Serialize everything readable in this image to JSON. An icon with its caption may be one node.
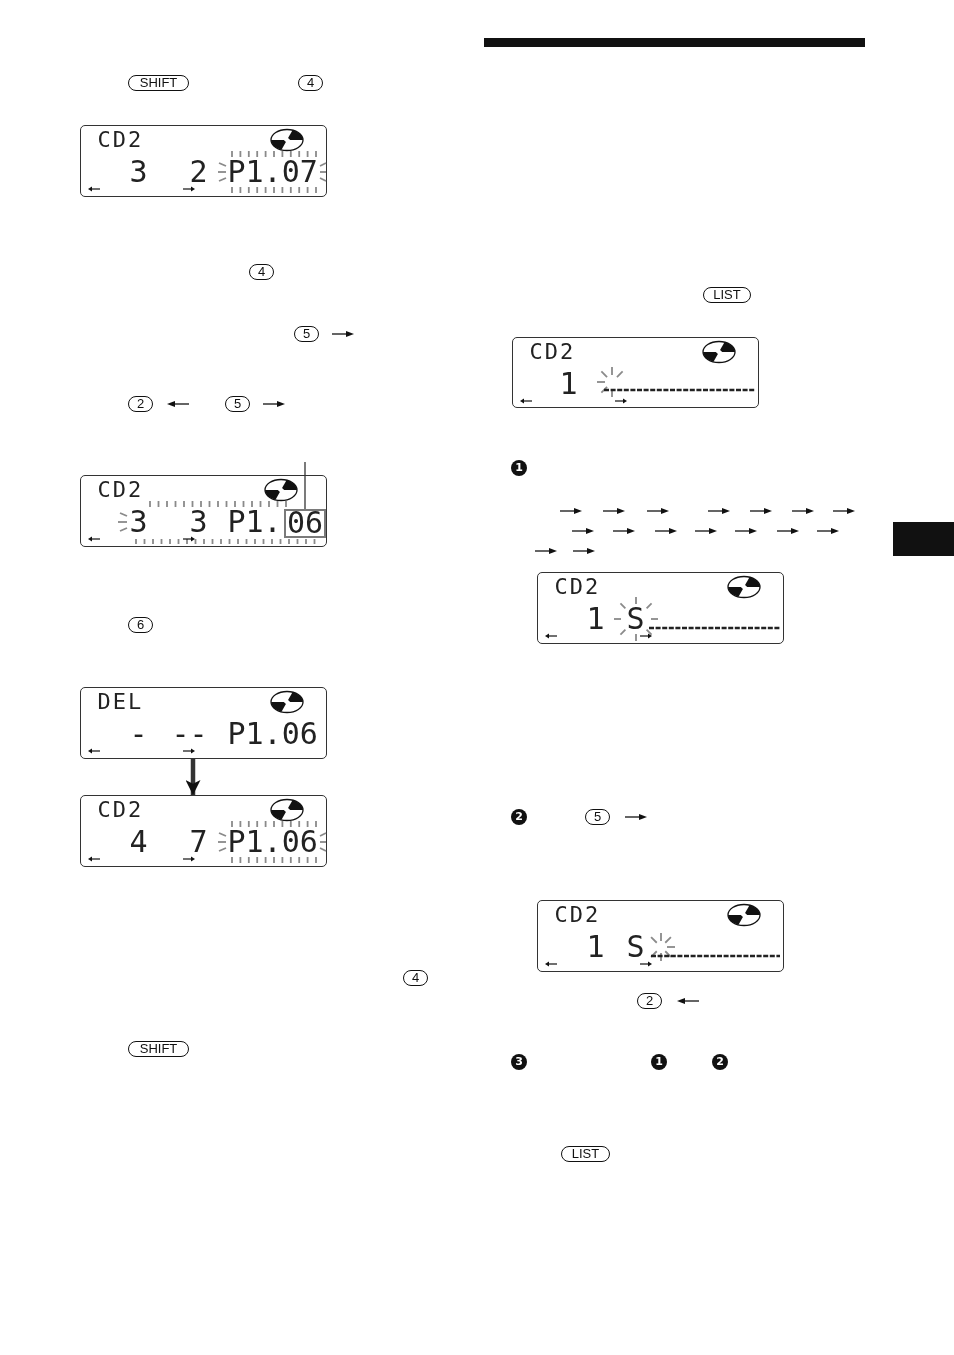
{
  "diagram": {
    "nodes": [
      {
        "text": [
          "SHIFT"
        ]
      },
      {
        "text": [
          "4"
        ]
      },
      {
        "text": [
          "CD2",
          "3",
          "2",
          "P1.07"
        ]
      },
      {
        "text": [
          "4"
        ]
      },
      {
        "text": [
          "5"
        ]
      },
      {
        "text": [
          "2"
        ]
      },
      {
        "text": [
          "5"
        ]
      },
      {
        "text": [
          "CD2",
          "3",
          "3",
          "P1."
        ]
      },
      {
        "text": [
          "06"
        ],
        "in": 7
      },
      {
        "text": [
          "6"
        ]
      },
      {
        "text": [
          "DEL",
          "-",
          "--",
          "P1.06"
        ]
      },
      {
        "text": [
          "CD2",
          "4",
          "7",
          "P1.06"
        ]
      },
      {
        "text": [
          "4"
        ]
      },
      {
        "text": [
          "SHIFT"
        ]
      },
      {
        "text": [
          "LIST"
        ]
      },
      {
        "text": [
          "CD2",
          "1"
        ]
      },
      {
        "text": [
          "1"
        ]
      },
      {
        "text": [
          "CD2",
          "1",
          "S"
        ]
      },
      {
        "text": [
          "2"
        ]
      },
      {
        "text": [
          "5"
        ]
      },
      {
        "text": [
          "CD2",
          "1",
          "S"
        ]
      },
      {
        "text": [
          "2"
        ]
      },
      {
        "text": [
          "3"
        ]
      },
      {
        "text": [
          "1"
        ]
      },
      {
        "text": [
          "2"
        ]
      },
      {
        "text": [
          "LIST"
        ]
      }
    ],
    "edges": [
      {
        "from": null,
        "to": 8,
        "arrow": "none"
      },
      {
        "from": 10,
        "to": 11,
        "arrow": "to",
        "style": "thick"
      }
    ]
  }
}
